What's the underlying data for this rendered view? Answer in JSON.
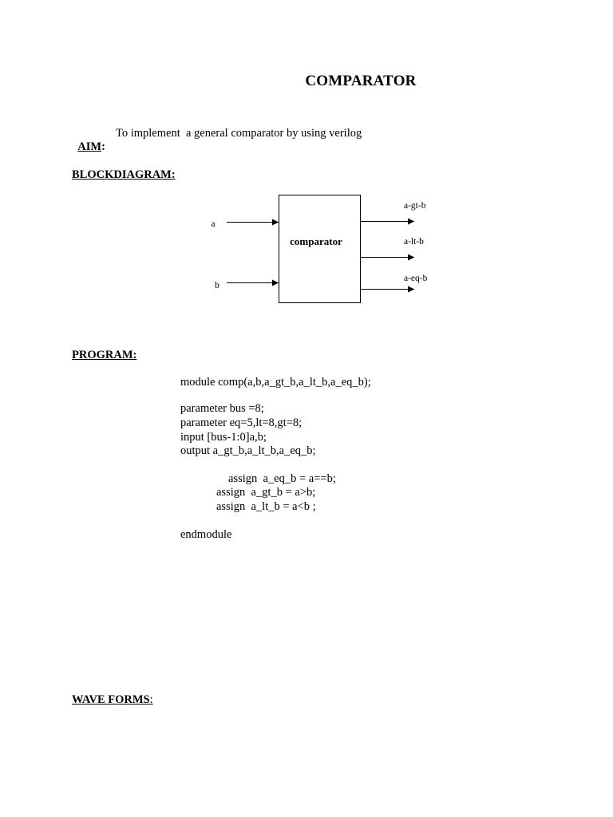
{
  "title": "COMPARATOR",
  "aim": {
    "label": "AIM",
    "colon": ":",
    "text": "To implement  a general comparator by using verilog"
  },
  "block_diagram": {
    "heading": "BLOCKDIAGRAM:",
    "block_label": "comparator",
    "inputs": [
      "a",
      "b"
    ],
    "outputs": [
      "a-gt-b",
      "a-lt-b",
      "a-eq-b"
    ]
  },
  "program": {
    "heading": "PROGRAM:",
    "lines": [
      "module comp(a,b,a_gt_b,a_lt_b,a_eq_b);",
      "parameter bus =8;",
      "parameter eq=5,lt=8,gt=8;",
      "input [bus-1:0]a,b;",
      "output a_gt_b,a_lt_b,a_eq_b;",
      "assign  a_eq_b = a==b;",
      "assign  a_gt_b = a>b;",
      "assign  a_lt_b = a<b ;",
      "endmodule"
    ]
  },
  "waveforms": {
    "heading": "WAVE FORMS",
    "colon": ":"
  }
}
